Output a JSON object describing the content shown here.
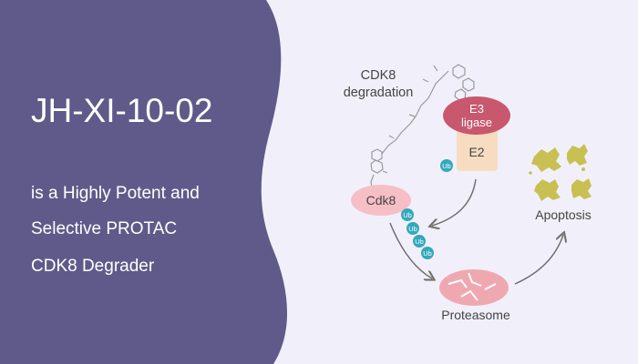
{
  "left_panel": {
    "title": "JH-XI-10-02",
    "subtitle_lines": [
      "is a Highly Potent and",
      "Selective PROTAC",
      "CDK8 Degrader"
    ]
  },
  "diagram": {
    "degradation_label": [
      "CDK8",
      "degradation"
    ],
    "e3_label": [
      "E3",
      "ligase"
    ],
    "e2_label": "E2",
    "cdk8_label": "Cdk8",
    "ub_label": "Ub",
    "proteasome_label": "Proteasome",
    "apoptosis_label": "Apoptosis"
  },
  "colors": {
    "panel": "#605a8a",
    "background": "#f1f0fa",
    "e3": "#c8586e",
    "e2": "#f7dcc2",
    "cdk8": "#f6bfc6",
    "ub": "#34a8bb",
    "proteasome": "#f0a8b0",
    "apoptosis": "#c8c052",
    "arrow": "#707070",
    "molecule": "#9a9a9a"
  }
}
